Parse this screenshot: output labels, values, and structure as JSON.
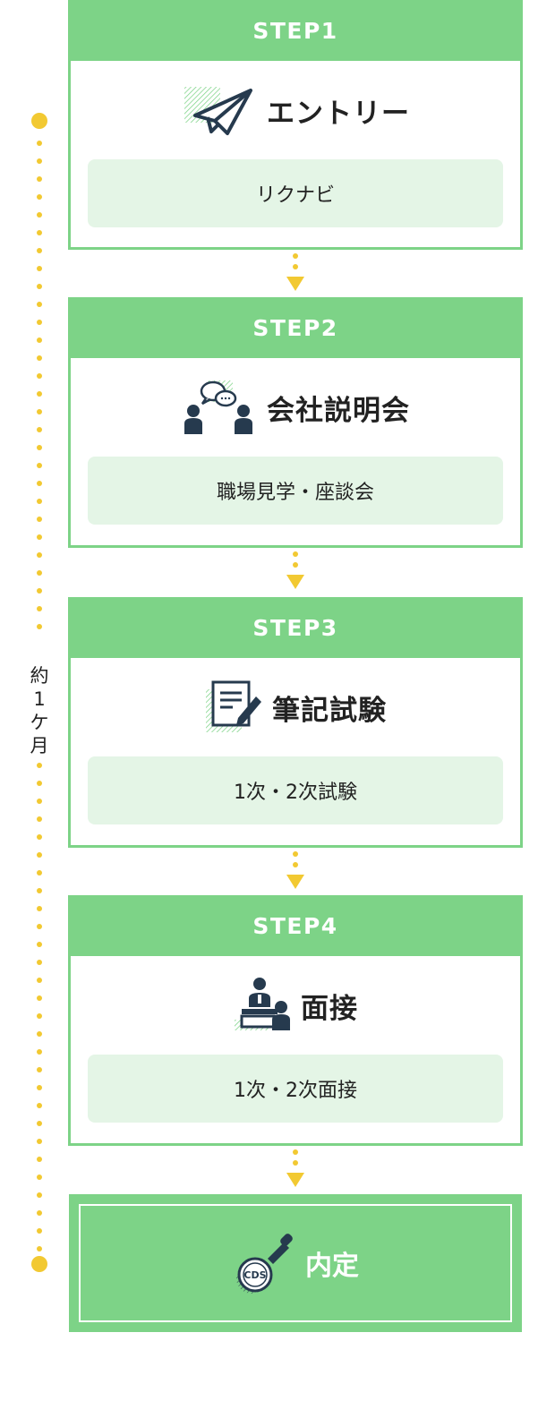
{
  "timeline": {
    "duration_label": [
      "約",
      "1",
      "ケ",
      "月"
    ]
  },
  "steps": [
    {
      "label": "STEP1",
      "title": "エントリー",
      "detail": "リクナビ",
      "icon": "paper-plane-icon"
    },
    {
      "label": "STEP2",
      "title": "会社説明会",
      "detail": "職場見学・座談会",
      "icon": "meeting-people-icon"
    },
    {
      "label": "STEP3",
      "title": "筆記試験",
      "detail": "1次・2次試験",
      "icon": "written-test-icon"
    },
    {
      "label": "STEP4",
      "title": "面接",
      "detail": "1次・2次面接",
      "icon": "interview-icon"
    }
  ],
  "final": {
    "title": "内定",
    "stamp_text": "CDS",
    "icon": "stamp-icon"
  },
  "colors": {
    "green": "#7dd387",
    "light_green": "#e4f5e6",
    "yellow": "#f2c932",
    "navy": "#263a4e"
  }
}
